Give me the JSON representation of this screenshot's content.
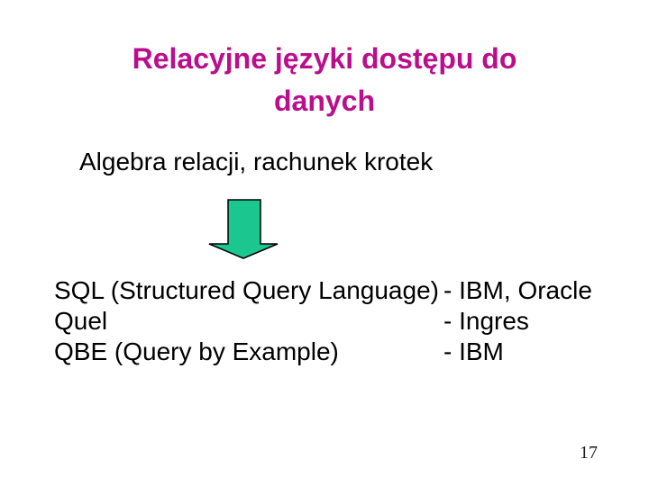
{
  "slide": {
    "title": {
      "line1": "Relacyjne języki dostępu do",
      "line2": "danych"
    },
    "subtitle": "Algebra relacji, rachunek krotek",
    "arrow": {
      "icon": "down-arrow-icon",
      "fill": "#1CC68F",
      "stroke": "#000000"
    },
    "left_column": {
      "items": [
        "SQL (Structured Query Language)",
        "Quel",
        "QBE (Query by Example)"
      ]
    },
    "right_column": {
      "items": [
        "- IBM, Oracle",
        "- Ingres",
        "- IBM"
      ]
    },
    "page_number": "17",
    "colors": {
      "background": "#FFFFFF",
      "title_text": "#BA0E8C",
      "body_text": "#000000",
      "arrow_fill": "#1CC68F",
      "arrow_outline": "#000000"
    }
  }
}
